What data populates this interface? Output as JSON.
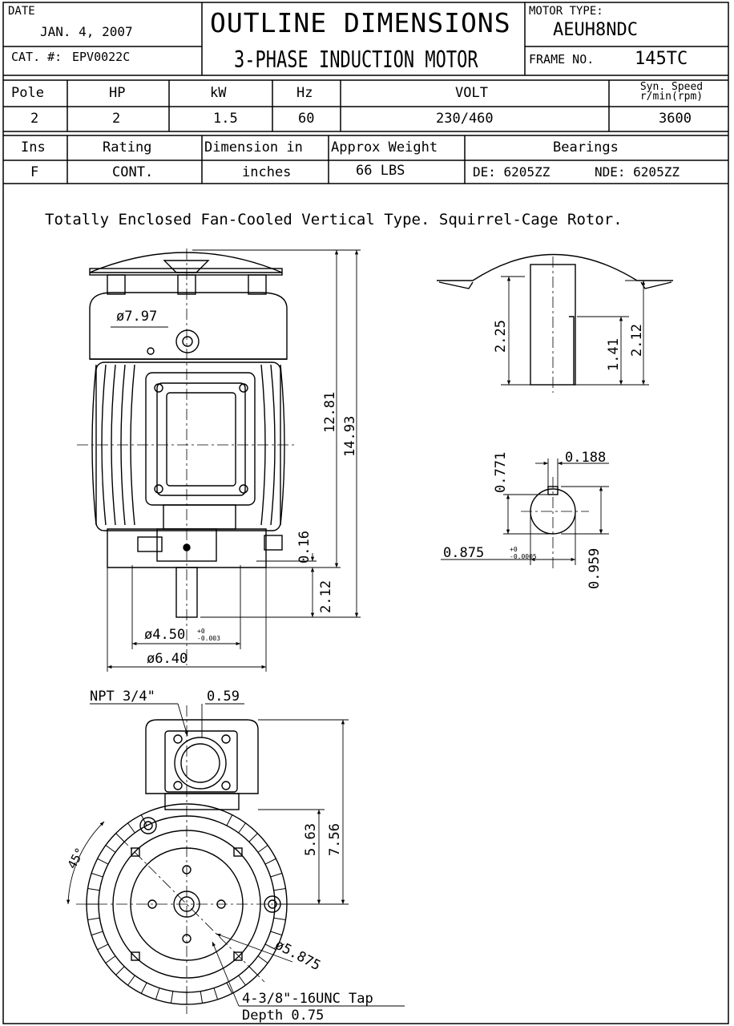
{
  "header": {
    "date_label": "DATE",
    "date_value": "JAN. 4, 2007",
    "cat_label": "CAT. #:",
    "cat_value": "EPV0022C",
    "title": "OUTLINE DIMENSIONS",
    "subtitle": "3-PHASE INDUCTION MOTOR",
    "motor_type_label": "MOTOR TYPE:",
    "motor_type_value": "AEUH8NDC",
    "frame_label": "FRAME NO.",
    "frame_value": "145TC"
  },
  "specs1": {
    "headers": [
      "Pole",
      "HP",
      "kW",
      "Hz",
      "VOLT",
      "Syn. Speed r/min(rpm)"
    ],
    "values": [
      "2",
      "2",
      "1.5",
      "60",
      "230/460",
      "3600"
    ]
  },
  "specs2": {
    "headers": [
      "Ins",
      "Rating",
      "Dimension in",
      "Approx Weight",
      "Bearings"
    ],
    "values": [
      "F",
      "CONT.",
      "inches",
      "66 LBS",
      "DE: 6205ZZ",
      "NDE: 6205ZZ"
    ]
  },
  "description": "Totally Enclosed Fan-Cooled Vertical Type. Squirrel-Cage Rotor.",
  "dimensions": {
    "fan_cover_dia": "ø7.97",
    "height_body": "12.81",
    "height_total": "14.93",
    "flange_gap": "0.16",
    "shaft_length": "2.12",
    "pilot_dia": "ø4.50",
    "pilot_tol_upper": "+0",
    "pilot_tol_lower": "-0.003",
    "flange_dia": "ø6.40",
    "shaft_ext_top": "2.25",
    "key_length": "1.41",
    "key_total": "2.12",
    "key_depth": "0.771",
    "key_width": "0.188",
    "shaft_dia": "0.875",
    "shaft_tol_upper": "+0",
    "shaft_tol_lower": "-0.0005",
    "shaft_key_height": "0.959",
    "conduit_label": "NPT 3/4\"",
    "conduit_offset": "0.59",
    "tbox_height_1": "5.63",
    "tbox_height_2": "7.56",
    "angle": "45°",
    "bolt_circle": "ø5.875",
    "tap_note_1": "4-3/8\"-16UNC Tap",
    "tap_note_2": "Depth 0.75"
  }
}
